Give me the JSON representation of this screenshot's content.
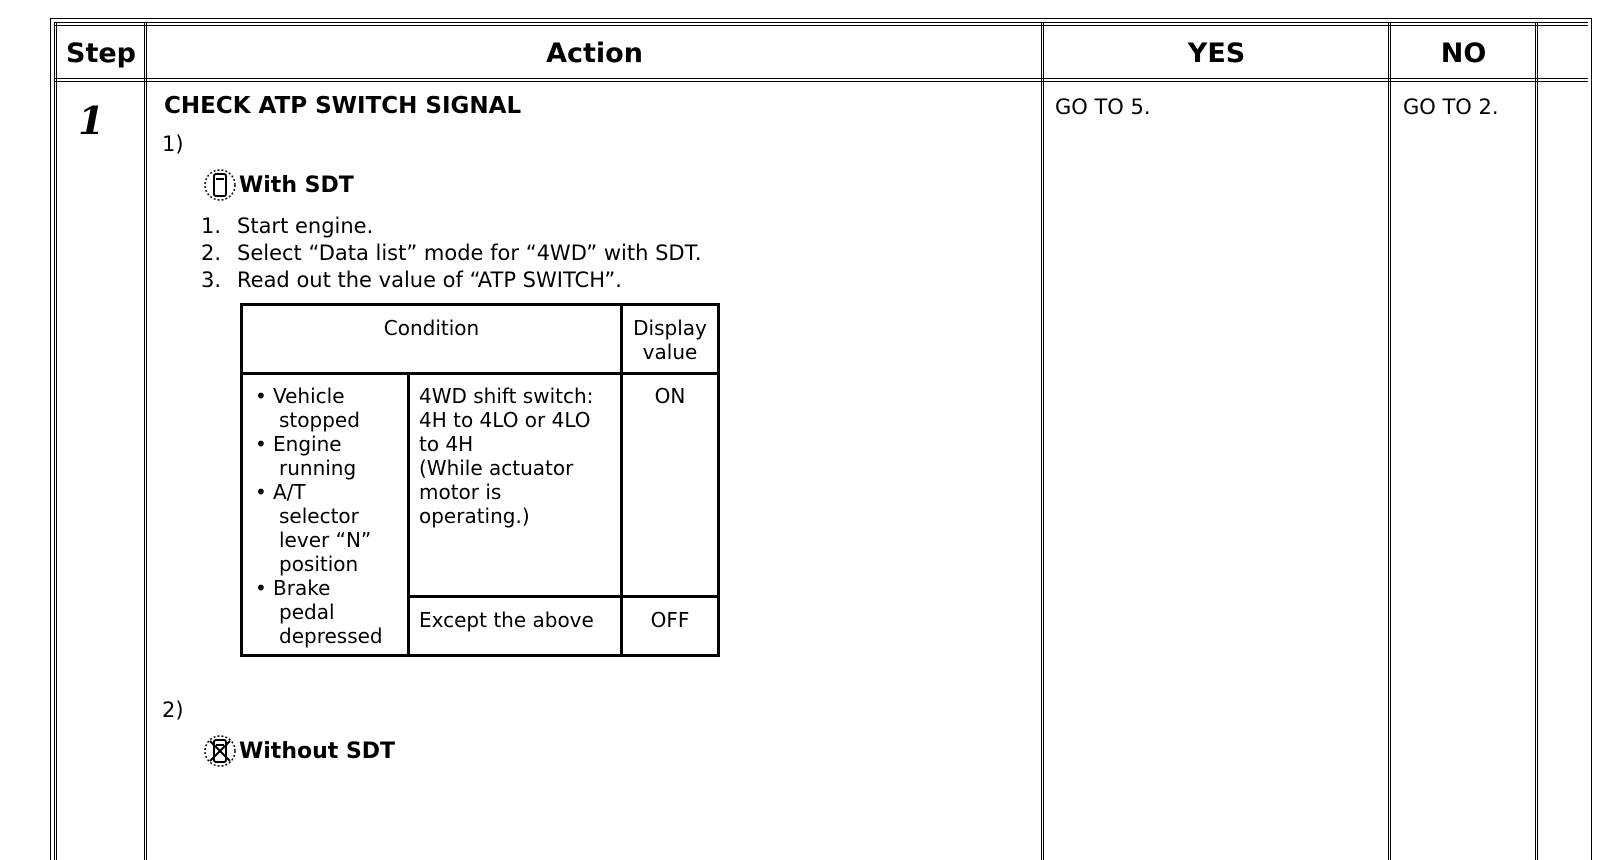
{
  "table": {
    "headers": {
      "step": "Step",
      "action": "Action",
      "yes": "YES",
      "no": "NO"
    },
    "row1": {
      "step": "1",
      "title": "CHECK ATP SWITCH SIGNAL",
      "sub1": "1)",
      "tool1": "With SDT",
      "steps": [
        {
          "num": "1.",
          "text": "Start engine."
        },
        {
          "num": "2.",
          "text": "Select “Data list” mode for “4WD” with SDT."
        },
        {
          "num": "3.",
          "text": "Read out the value of “ATP SWITCH”."
        }
      ],
      "condition_table": {
        "header_condition": "Condition",
        "header_display": [
          "Display",
          "value"
        ],
        "conditions": [
          [
            "Vehicle",
            "stopped"
          ],
          [
            "Engine",
            "running"
          ],
          [
            "A/T",
            "selector",
            "lever “N”",
            "position"
          ],
          [
            "Brake",
            "pedal",
            "depressed"
          ]
        ],
        "rows": [
          {
            "detail": [
              "4WD shift switch:",
              "4H to 4LO or 4LO",
              "to 4H",
              "(While actuator",
              "motor is",
              "operating.)"
            ],
            "value": "ON"
          },
          {
            "detail": [
              "Except the above"
            ],
            "value": "OFF"
          }
        ]
      },
      "sub2": "2)",
      "tool2": "Without SDT",
      "yes": "GO TO 5.",
      "no": "GO TO 2."
    }
  },
  "icons": {
    "with_sdt": "sdt-tool-icon",
    "without_sdt": "no-sdt-tool-icon"
  }
}
